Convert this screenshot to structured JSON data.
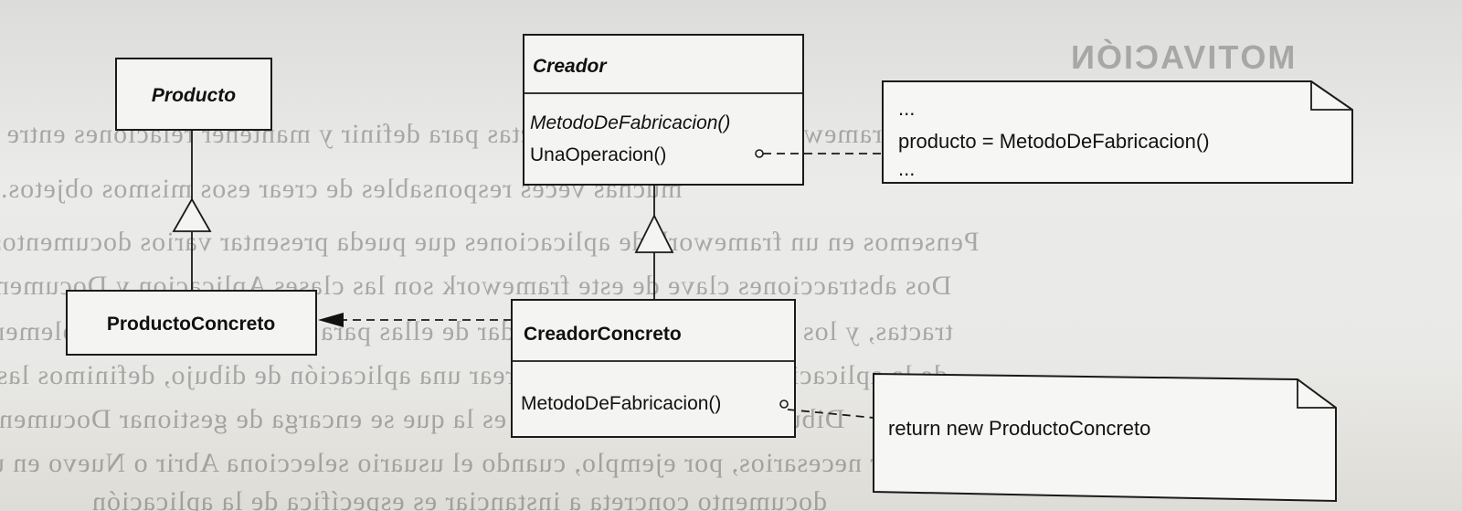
{
  "classes": {
    "producto": {
      "name": "Producto"
    },
    "producto_concreto": {
      "name": "ProductoConcreto"
    },
    "creador": {
      "name": "Creador",
      "operations": [
        "MetodoDeFabricacion()",
        "UnaOperacion()"
      ]
    },
    "creador_concreto": {
      "name": "CreadorConcreto",
      "operations": [
        "MetodoDeFabricacion()"
      ]
    }
  },
  "notes": {
    "creador_note": {
      "lines": [
        "...",
        "producto = MetodoDeFabricacion()",
        "..."
      ]
    },
    "creador_concreto_note": {
      "lines": [
        "return new ProductoConcreto"
      ]
    }
  },
  "background_text": {
    "heading": "MOTIVACIÓN",
    "lines": [
      "Los frameworks usan clases abstractas para definir y mantener relaciones entre objetos y",
      "muchas veces responsables de crear esos mismos objetos.",
      "Pensemos en un framework de aplicaciones que pueda presentar varios documentos. Ar",
      "Dos abstracciones clave de este framework son las clases Aplicacion y Documento.",
      "tractas, y los clientes tienen que heredar de ellas para llevar a cabo sus implementacion",
      "de la aplicación. Por ejemplo, para crear una aplicación de dibujo, definimos las clases A",
      "Dibujo. La clase Aplicacion es la que se encarga de gestionar Documentos",
      "ser necesarios, por ejemplo, cuando el usuario selecciona Abrir o Nuevo en un m",
      "documento concreta a instanciar es específica de la aplicación"
    ]
  }
}
